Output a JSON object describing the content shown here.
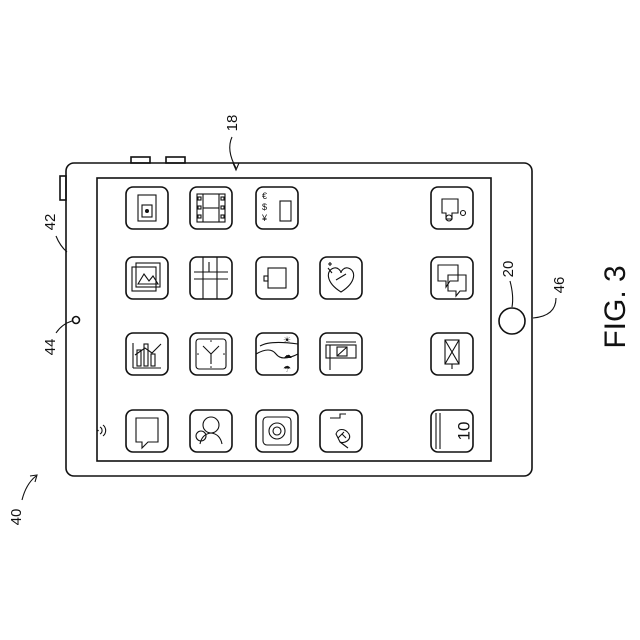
{
  "figure": {
    "caption": "FIG. 3",
    "reference_numerals": {
      "device": "40",
      "housing_side": "42",
      "camera": "44",
      "home_button": "20",
      "home_button_area": "46",
      "display": "18"
    },
    "icons": [
      {
        "name": "photo-icon",
        "label": ""
      },
      {
        "name": "film-icon",
        "label": ""
      },
      {
        "name": "currency-exchange-icon",
        "label": ""
      },
      {
        "name": "music-note-icon",
        "label": ""
      },
      {
        "name": "gallery-icon",
        "label": ""
      },
      {
        "name": "map-icon",
        "label": ""
      },
      {
        "name": "square-app-icon",
        "label": ""
      },
      {
        "name": "health-heart-icon",
        "label": ""
      },
      {
        "name": "chat-bubbles-icon",
        "label": ""
      },
      {
        "name": "chart-icon",
        "label": ""
      },
      {
        "name": "clock-icon",
        "label": ""
      },
      {
        "name": "weather-icon",
        "label": ""
      },
      {
        "name": "store-icon",
        "label": ""
      },
      {
        "name": "mail-icon",
        "label": ""
      },
      {
        "name": "message-bubble-icon",
        "label": ""
      },
      {
        "name": "contacts-icon",
        "label": ""
      },
      {
        "name": "camera-app-icon",
        "label": ""
      },
      {
        "name": "compass-icon",
        "label": ""
      },
      {
        "name": "calendar-icon",
        "label": "10"
      }
    ]
  }
}
